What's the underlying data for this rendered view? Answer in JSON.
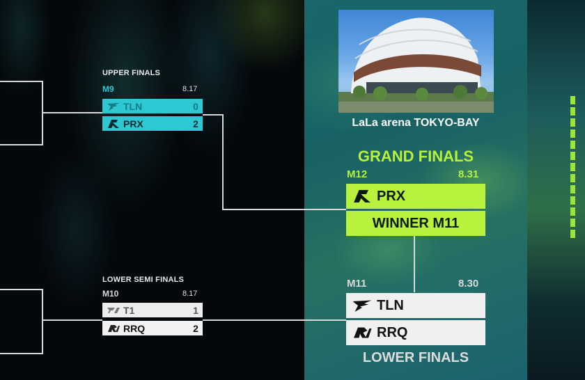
{
  "venue": {
    "name": "LaLa arena TOKYO-BAY"
  },
  "upper_finals": {
    "label": "UPPER FINALS",
    "match_id": "M9",
    "date": "8.17",
    "teams": [
      {
        "name": "TLN",
        "score": "0",
        "icon": "talon-logo-icon"
      },
      {
        "name": "PRX",
        "score": "2",
        "icon": "paper-rex-logo-icon"
      }
    ]
  },
  "lower_semi_finals": {
    "label": "LOWER SEMI FINALS",
    "match_id": "M10",
    "date": "8.17",
    "teams": [
      {
        "name": "T1",
        "score": "1",
        "icon": "t1-logo-icon"
      },
      {
        "name": "RRQ",
        "score": "2",
        "icon": "rrq-logo-icon"
      }
    ]
  },
  "grand_finals": {
    "label": "GRAND FINALS",
    "match_id": "M12",
    "date": "8.31",
    "team1": {
      "name": "PRX",
      "icon": "paper-rex-logo-icon"
    },
    "team2_placeholder": "WINNER M11"
  },
  "lower_finals": {
    "label": "LOWER FINALS",
    "match_id": "M11",
    "date": "8.30",
    "teams": [
      {
        "name": "TLN",
        "icon": "talon-logo-icon"
      },
      {
        "name": "RRQ",
        "icon": "rrq-logo-icon"
      }
    ]
  },
  "colors": {
    "upper_accent": "#2ec8d3",
    "grand_accent": "#b9f23c",
    "panel": "#1b6f74",
    "background": "#04080b"
  }
}
